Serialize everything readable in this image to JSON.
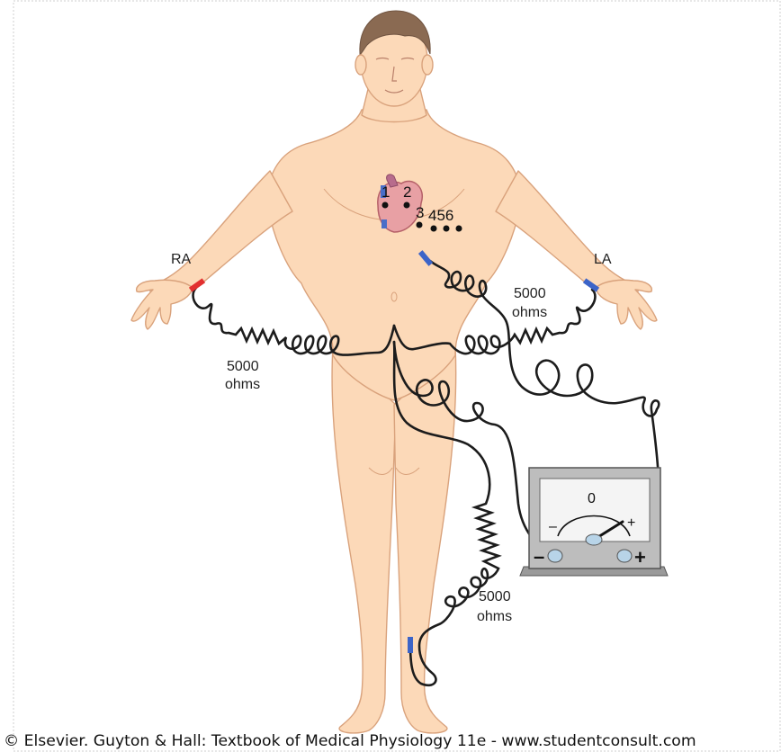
{
  "labels": {
    "ra": "RA",
    "la": "LA",
    "resistor_left_value": "5000",
    "resistor_left_unit": "ohms",
    "resistor_right_value": "5000",
    "resistor_right_unit": "ohms",
    "resistor_leg_value": "5000",
    "resistor_leg_unit": "ohms"
  },
  "chest_leads": {
    "n1": "1",
    "n2": "2",
    "n3": "3",
    "n456": "456"
  },
  "meter": {
    "zero": "0",
    "minus_scale": "–",
    "plus_scale": "+",
    "minus_terminal": "–",
    "plus_terminal": "+"
  },
  "credit": "© Elsevier. Guyton & Hall: Textbook of Medical Physiology 11e - www.studentconsult.com",
  "colors": {
    "skin": "#fcd9b8",
    "skin_outline": "#d9a27c",
    "hair": "#8a6a52",
    "wire": "#1c1c1c",
    "electrode_ra": "#e23030",
    "electrode_other": "#3c64c8"
  }
}
